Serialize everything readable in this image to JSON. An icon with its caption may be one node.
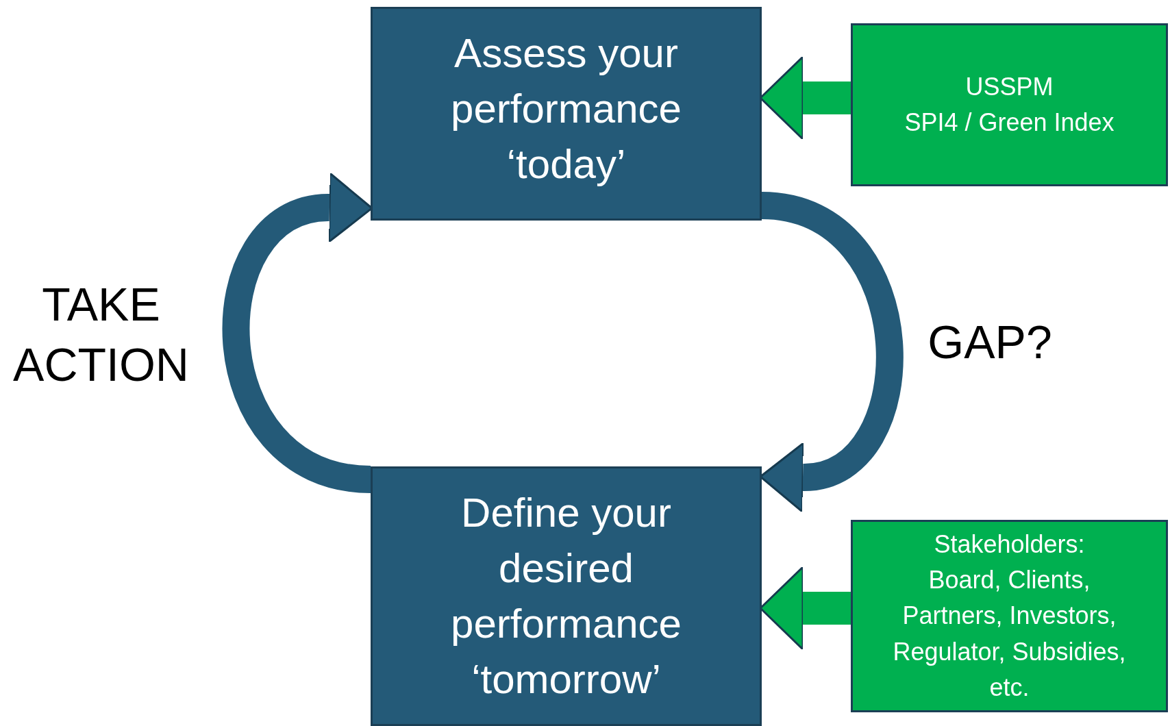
{
  "diagram": {
    "nodes": [
      {
        "text": [
          "Assess your performance ‘today’"
        ]
      },
      {
        "text": [
          "USSPM",
          "SPI4 / Green Index"
        ]
      },
      {
        "text": [
          "Define your desired performance ‘tomorrow’"
        ]
      },
      {
        "text": [
          "Stakeholders:",
          "Board, Clients, Partners, Investors, Regulator, Subsidies, etc."
        ]
      }
    ],
    "edges": [
      {
        "from": 1,
        "to": 0,
        "arrow": "to",
        "color": "#00b050"
      },
      {
        "from": 0,
        "to": 2,
        "arrow": "to",
        "label": "GAP?"
      },
      {
        "from": 2,
        "to": 0,
        "arrow": "to",
        "label": "TAKE ACTION"
      },
      {
        "from": 3,
        "to": 2,
        "arrow": "to",
        "color": "#00b050"
      }
    ]
  }
}
